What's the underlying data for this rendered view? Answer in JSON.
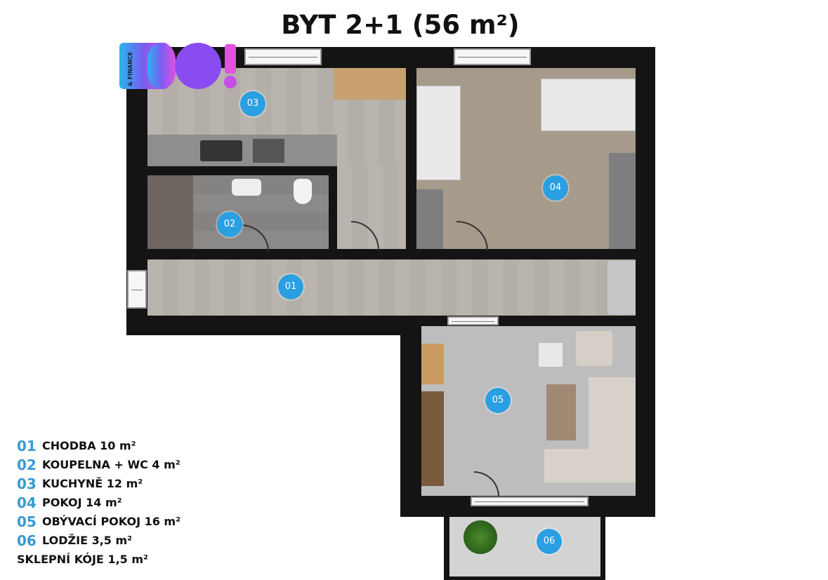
{
  "title": "BYT 2+1 (56 m²)",
  "logo": {
    "text": "BO!",
    "subtext": "REALITY & FINANCE"
  },
  "rooms": [
    {
      "num": "01",
      "name": "CHODBA",
      "area": "10 m²"
    },
    {
      "num": "02",
      "name": "KOUPELNA + WC",
      "area": "4 m²"
    },
    {
      "num": "03",
      "name": "KUCHYNĚ",
      "area": "12 m²"
    },
    {
      "num": "04",
      "name": "POKOJ",
      "area": "14 m²"
    },
    {
      "num": "05",
      "name": "OBÝVACÍ POKOJ",
      "area": "16 m²"
    },
    {
      "num": "06",
      "name": "LODŽIE",
      "area": "3,5 m²"
    }
  ],
  "extra": {
    "name": "SKLEPNÍ KÓJE",
    "area": "1,5 m²"
  },
  "colors": {
    "badge": "#2a9fe2",
    "legend_number": "#3a9bd0",
    "wall": "#141414"
  }
}
